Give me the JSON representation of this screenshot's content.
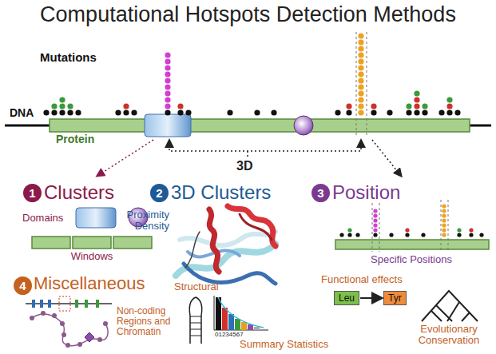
{
  "diagram": {
    "title": "Computational Hotspots Detection Methods",
    "nodes": [
      {
        "text": [
          "1"
        ]
      },
      {
        "text": [
          "2"
        ]
      },
      {
        "text": [
          "3"
        ]
      },
      {
        "text": [
          "4"
        ]
      },
      {
        "text": [
          "Leu"
        ]
      },
      {
        "text": [
          "Tyr"
        ]
      }
    ],
    "edges": [
      {
        "from": 4,
        "to": 5,
        "arrow": "to"
      }
    ],
    "labels": [
      "Mutations",
      "DNA",
      "Protein",
      "3D",
      "Clusters",
      "Domains",
      "Windows",
      "3D Clusters",
      "Proximity Density",
      "Position",
      "Specific Positions",
      "Miscellaneous",
      "Structural",
      "Non-coding Regions and Chromatin",
      "01234567",
      "Summary Statistics",
      "Functional effects",
      "Evolutionary Conservation"
    ]
  }
}
